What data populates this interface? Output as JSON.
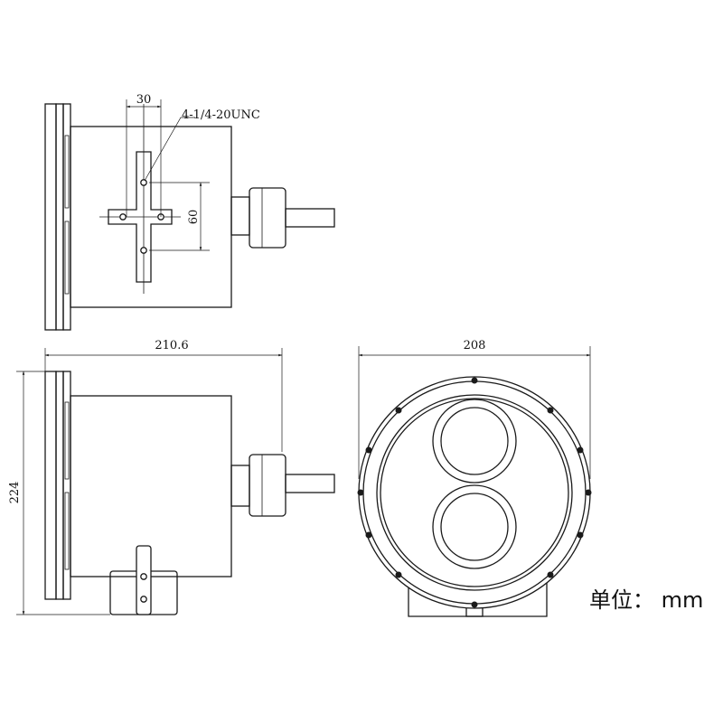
{
  "dimensions": {
    "top_width": "30",
    "thread": "4-1/4-20UNC",
    "top_height": "60",
    "side_length": "210.6",
    "side_height": "224",
    "front_width": "208"
  },
  "unit_label": "单位： mm"
}
